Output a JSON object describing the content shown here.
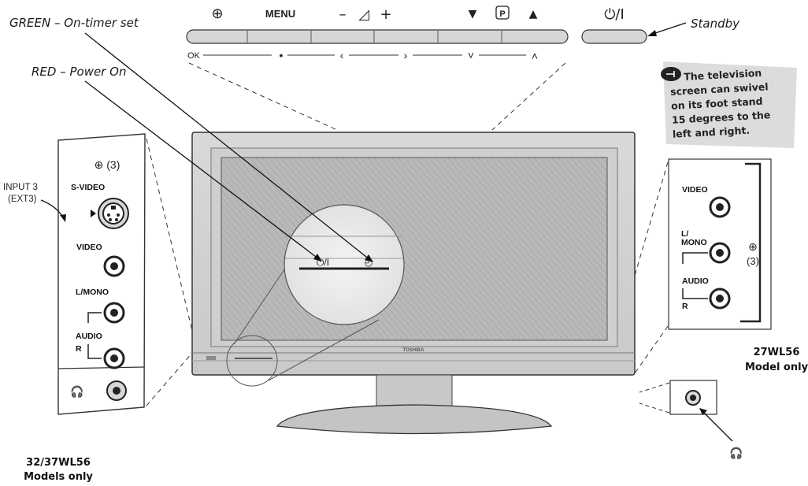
{
  "labels": {
    "green": "GREEN – On-timer set",
    "red": "RED – Power On",
    "standby": "Standby",
    "input3_line1": "INPUT 3",
    "input3_line2": "(EXT3)",
    "models_left_line1": "32/37WL56",
    "models_left_line2": "Models only",
    "model_right_line1": "27WL56",
    "model_right_line2": "Model only",
    "brand": "TOSHIBA"
  },
  "control_panel": {
    "input_icon": "⊕",
    "menu": "MENU",
    "minus": "–",
    "volume_icon": "◿",
    "plus": "+",
    "down": "▼",
    "p": "P",
    "up": "▲",
    "power": "⏻/I"
  },
  "nav": {
    "ok": "OK",
    "dot": "•",
    "left": "‹",
    "right": "›",
    "down": "˅",
    "up": "˄"
  },
  "note": {
    "line1": "The television",
    "line2": "screen can swivel",
    "line3": "on its foot stand",
    "line4": "15 degrees to the",
    "line5": "left and right."
  },
  "left_panel": {
    "header": "⊕ (3)",
    "svideo": "S-VIDEO",
    "video": "VIDEO",
    "lmono": "L/MONO",
    "audio": "AUDIO",
    "r": "R"
  },
  "right_panel": {
    "video": "VIDEO",
    "l": "L/",
    "mono": "MONO",
    "audio": "AUDIO",
    "r": "R",
    "input": "(3)"
  },
  "zoom": {
    "power": "⏻/I",
    "timer": "◴"
  }
}
